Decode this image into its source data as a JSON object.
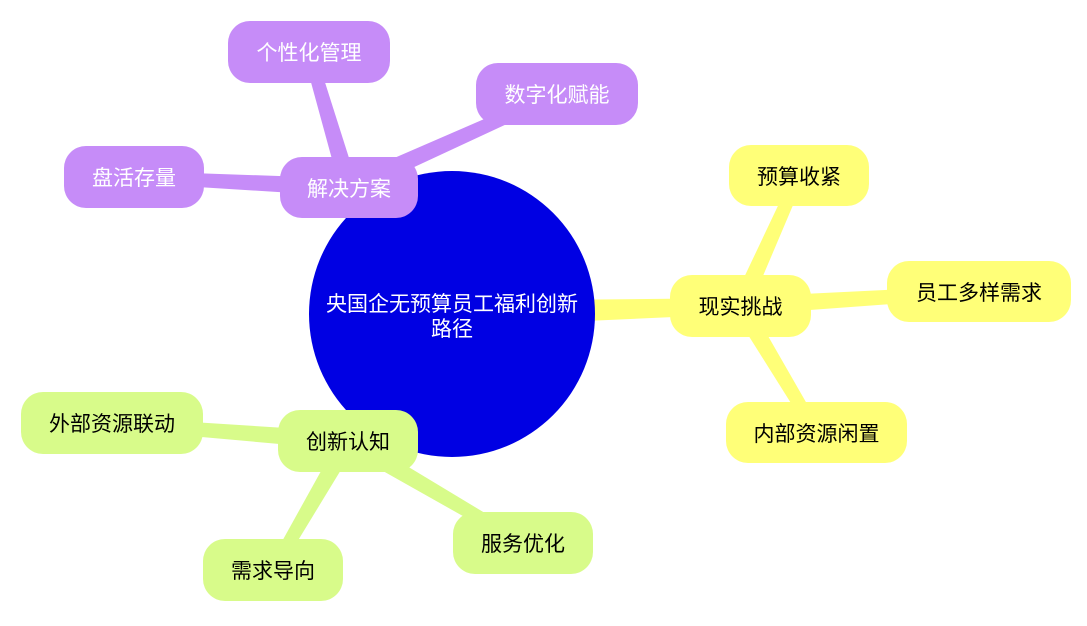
{
  "central_topic": {
    "label": "央国企无预算员工福利创新路径",
    "color": "#0000E3",
    "text_color": "#FFFFFF"
  },
  "branches": [
    {
      "label": "解决方案",
      "color": "#C68CF8",
      "text_color": "#FFFFFF",
      "children": [
        "个性化管理",
        "数字化赋能",
        "盘活存量"
      ]
    },
    {
      "label": "现实挑战",
      "color": "#FFFF78",
      "text_color": "#000000",
      "children": [
        "预算收紧",
        "员工多样需求",
        "内部资源闲置"
      ]
    },
    {
      "label": "创新认知",
      "color": "#D8FB8A",
      "text_color": "#000000",
      "children": [
        "外部资源联动",
        "需求导向",
        "服务优化"
      ]
    }
  ]
}
